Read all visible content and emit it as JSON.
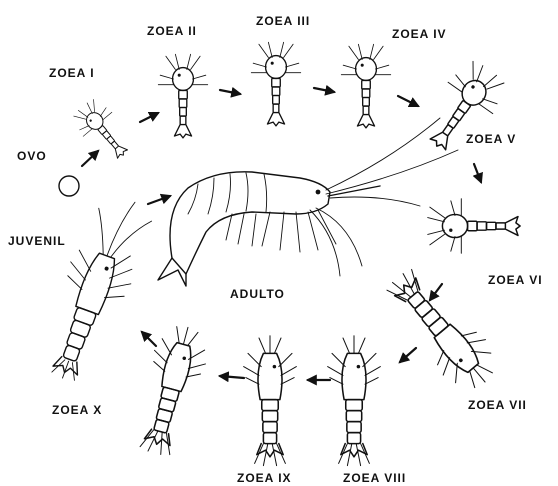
{
  "labels": {
    "ovo": "OVO",
    "zoea_1": "ZOEA I",
    "zoea_2": "ZOEA II",
    "zoea_3": "ZOEA III",
    "zoea_4": "ZOEA IV",
    "zoea_5": "ZOEA V",
    "zoea_6": "ZOEA VI",
    "zoea_7": "ZOEA VII",
    "zoea_8": "ZOEA VIII",
    "zoea_9": "ZOEA IX",
    "zoea_10": "ZOEA X",
    "juvenil": "JUVENIL",
    "adulto": "ADULTO"
  },
  "colors": {
    "ink": "#111111",
    "background": "#ffffff"
  }
}
